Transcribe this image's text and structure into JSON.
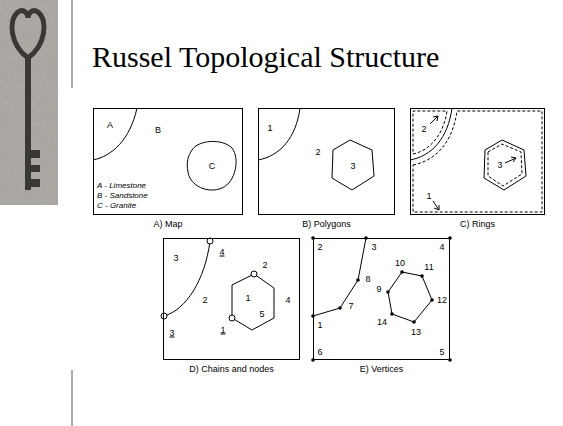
{
  "diagram": {
    "title": "Russel Topological Structure",
    "nodes": [
      {
        "text": [
          "A) Map"
        ]
      },
      {
        "text": [
          "B) Polygons"
        ]
      },
      {
        "text": [
          "C) Rings"
        ]
      },
      {
        "text": [
          "D) Chains and nodes"
        ]
      },
      {
        "text": [
          "E) Vertices"
        ]
      }
    ],
    "labels": [
      "A",
      "B",
      "C",
      "A - Limestone",
      "B - Sandstone",
      "C - Granite",
      "1",
      "2",
      "3",
      "2",
      "3",
      "1",
      "3",
      "4",
      "2",
      "3",
      "1",
      "2",
      "5",
      "1",
      "4",
      "2",
      "3",
      "4",
      "8",
      "10",
      "11",
      "1",
      "7",
      "9",
      "12",
      "14",
      "13",
      "6",
      "5"
    ]
  }
}
